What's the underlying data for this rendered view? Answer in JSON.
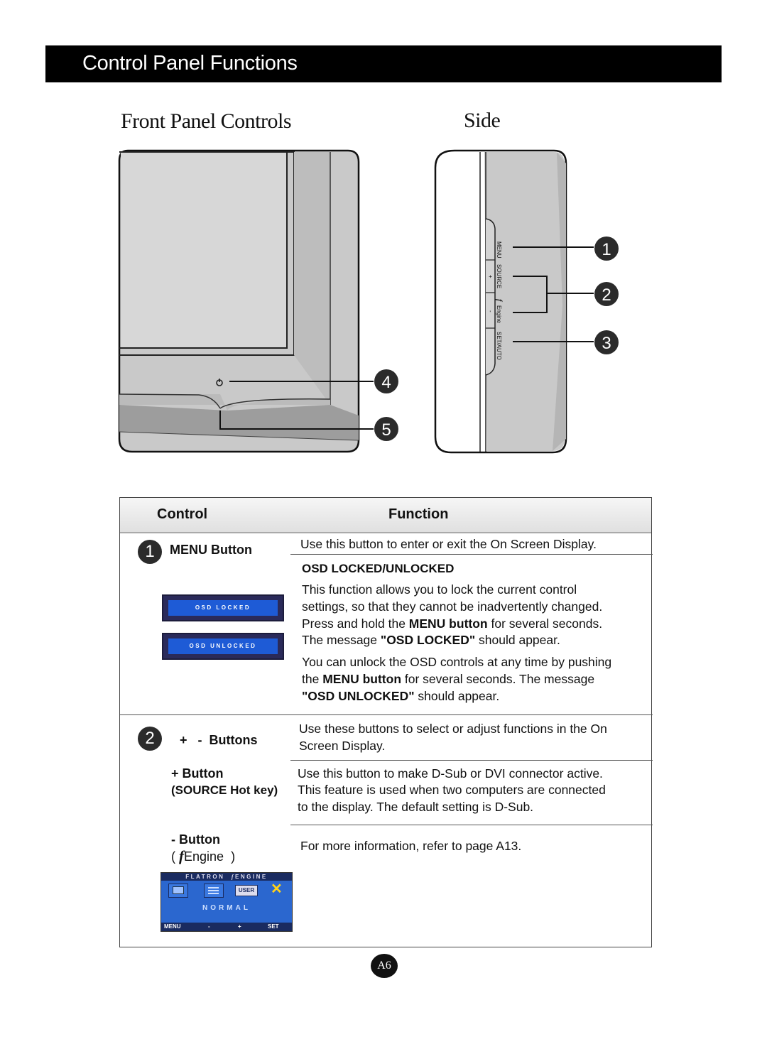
{
  "header": {
    "title": "Control Panel Functions"
  },
  "sections": {
    "front": "Front Panel Controls",
    "side": "Side"
  },
  "side_labels": {
    "menu": "MENU",
    "source": "SOURCE",
    "engine": "Engine",
    "setauto": "SET/AUTO",
    "plus": "+",
    "minus": "-",
    "f": "f"
  },
  "callouts": [
    "1",
    "2",
    "3",
    "4",
    "5"
  ],
  "table": {
    "col_control": "Control",
    "col_function": "Function",
    "rows": [
      {
        "num": "1",
        "control": "MENU Button",
        "intro": "Use this button to enter or exit the On Screen Display.",
        "subhead": "OSD LOCKED/UNLOCKED",
        "osd_locked": "OSD LOCKED",
        "osd_unlocked": "OSD UNLOCKED",
        "p1": [
          "This function allows you to lock the current control",
          "settings, so that they cannot be inadvertently changed."
        ],
        "p1c_a": "Press and hold the ",
        "p1c_b": "MENU button",
        "p1c_c": " for several seconds.",
        "p1d_a": "The message ",
        "p1d_b": "\"OSD LOCKED\"",
        "p1d_c": " should appear.",
        "p2a": "You can unlock the OSD controls at any time by pushing",
        "p2b_a": "the ",
        "p2b_b": "MENU button",
        "p2b_c": " for several seconds. The message",
        "p2c_a": "\"OSD UNLOCKED\"",
        "p2c_b": " should appear."
      },
      {
        "num": "2",
        "control_plus": "+",
        "control_minus": "-",
        "control": "Buttons",
        "desc": [
          "Use these buttons to select or adjust functions in the On",
          "Screen Display."
        ]
      }
    ],
    "plus_button": {
      "label": "+ Button",
      "sub": "(SOURCE Hot key)",
      "line1": "Use this button to make D-Sub or DVI connector active.",
      "line2": "This feature is used when two computers are connected",
      "line3": "to the display. The default setting is D-Sub."
    },
    "minus_button": {
      "label": "- Button",
      "sub_a": "(",
      "sub_f": "f",
      "sub_b": "Engine",
      "sub_c": ")",
      "desc": "For more information, refer to page A13."
    },
    "fengine_panel": {
      "top": "FLATRON",
      "top_f": "f",
      "top_b": "ENGINE",
      "user": "USER",
      "mode": "NORMAL",
      "menu": "MENU",
      "minus": "-",
      "plus": "+",
      "set": "SET"
    }
  },
  "page_number": "A6"
}
